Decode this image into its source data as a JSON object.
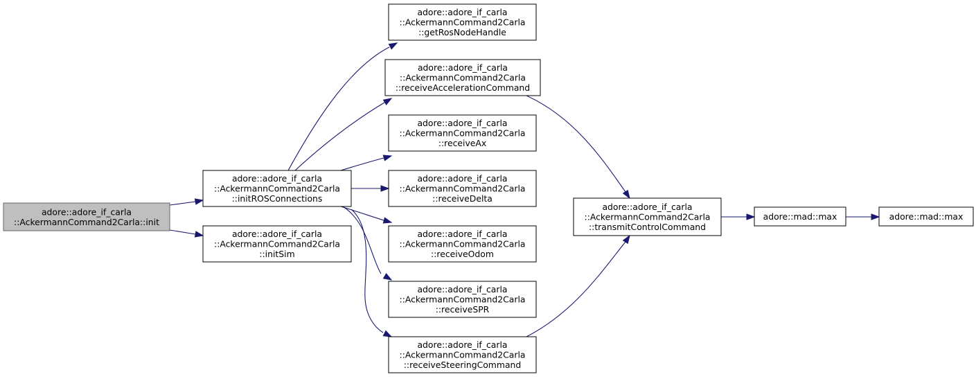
{
  "nodes": {
    "root": {
      "lines": [
        "adore::adore_if_carla",
        "::AckermannCommand2Carla::init"
      ]
    },
    "initROS": {
      "lines": [
        "adore::adore_if_carla",
        "::AckermannCommand2Carla",
        "::initROSConnections"
      ]
    },
    "initSim": {
      "lines": [
        "adore::adore_if_carla",
        "::AckermannCommand2Carla",
        "::initSim"
      ]
    },
    "getRos": {
      "lines": [
        "adore::adore_if_carla",
        "::AckermannCommand2Carla",
        "::getRosNodeHandle"
      ]
    },
    "recvAcc": {
      "lines": [
        "adore::adore_if_carla",
        "::AckermannCommand2Carla",
        "::receiveAccelerationCommand"
      ]
    },
    "recvAx": {
      "lines": [
        "adore::adore_if_carla",
        "::AckermannCommand2Carla",
        "::receiveAx"
      ]
    },
    "recvDelta": {
      "lines": [
        "adore::adore_if_carla",
        "::AckermannCommand2Carla",
        "::receiveDelta"
      ]
    },
    "recvOdom": {
      "lines": [
        "adore::adore_if_carla",
        "::AckermannCommand2Carla",
        "::receiveOdom"
      ]
    },
    "recvSPR": {
      "lines": [
        "adore::adore_if_carla",
        "::AckermannCommand2Carla",
        "::receiveSPR"
      ]
    },
    "recvSteer": {
      "lines": [
        "adore::adore_if_carla",
        "::AckermannCommand2Carla",
        "::receiveSteeringCommand"
      ]
    },
    "transmit": {
      "lines": [
        "adore::adore_if_carla",
        "::AckermannCommand2Carla",
        "::transmitControlCommand"
      ]
    },
    "max1": {
      "lines": [
        "adore::mad::max"
      ]
    },
    "max2": {
      "lines": [
        "adore::mad::max"
      ]
    }
  },
  "edges": [
    [
      "root",
      "initROS"
    ],
    [
      "root",
      "initSim"
    ],
    [
      "initROS",
      "getRos"
    ],
    [
      "initROS",
      "recvAcc"
    ],
    [
      "initROS",
      "recvAx"
    ],
    [
      "initROS",
      "recvDelta"
    ],
    [
      "initROS",
      "recvOdom"
    ],
    [
      "initROS",
      "recvSPR"
    ],
    [
      "initROS",
      "recvSteer"
    ],
    [
      "recvAcc",
      "transmit"
    ],
    [
      "recvSteer",
      "transmit"
    ],
    [
      "transmit",
      "max1"
    ],
    [
      "max1",
      "max2"
    ]
  ],
  "colors": {
    "edge": "#191970",
    "root_fill": "#bfbfbf",
    "node_fill": "#ffffff"
  }
}
